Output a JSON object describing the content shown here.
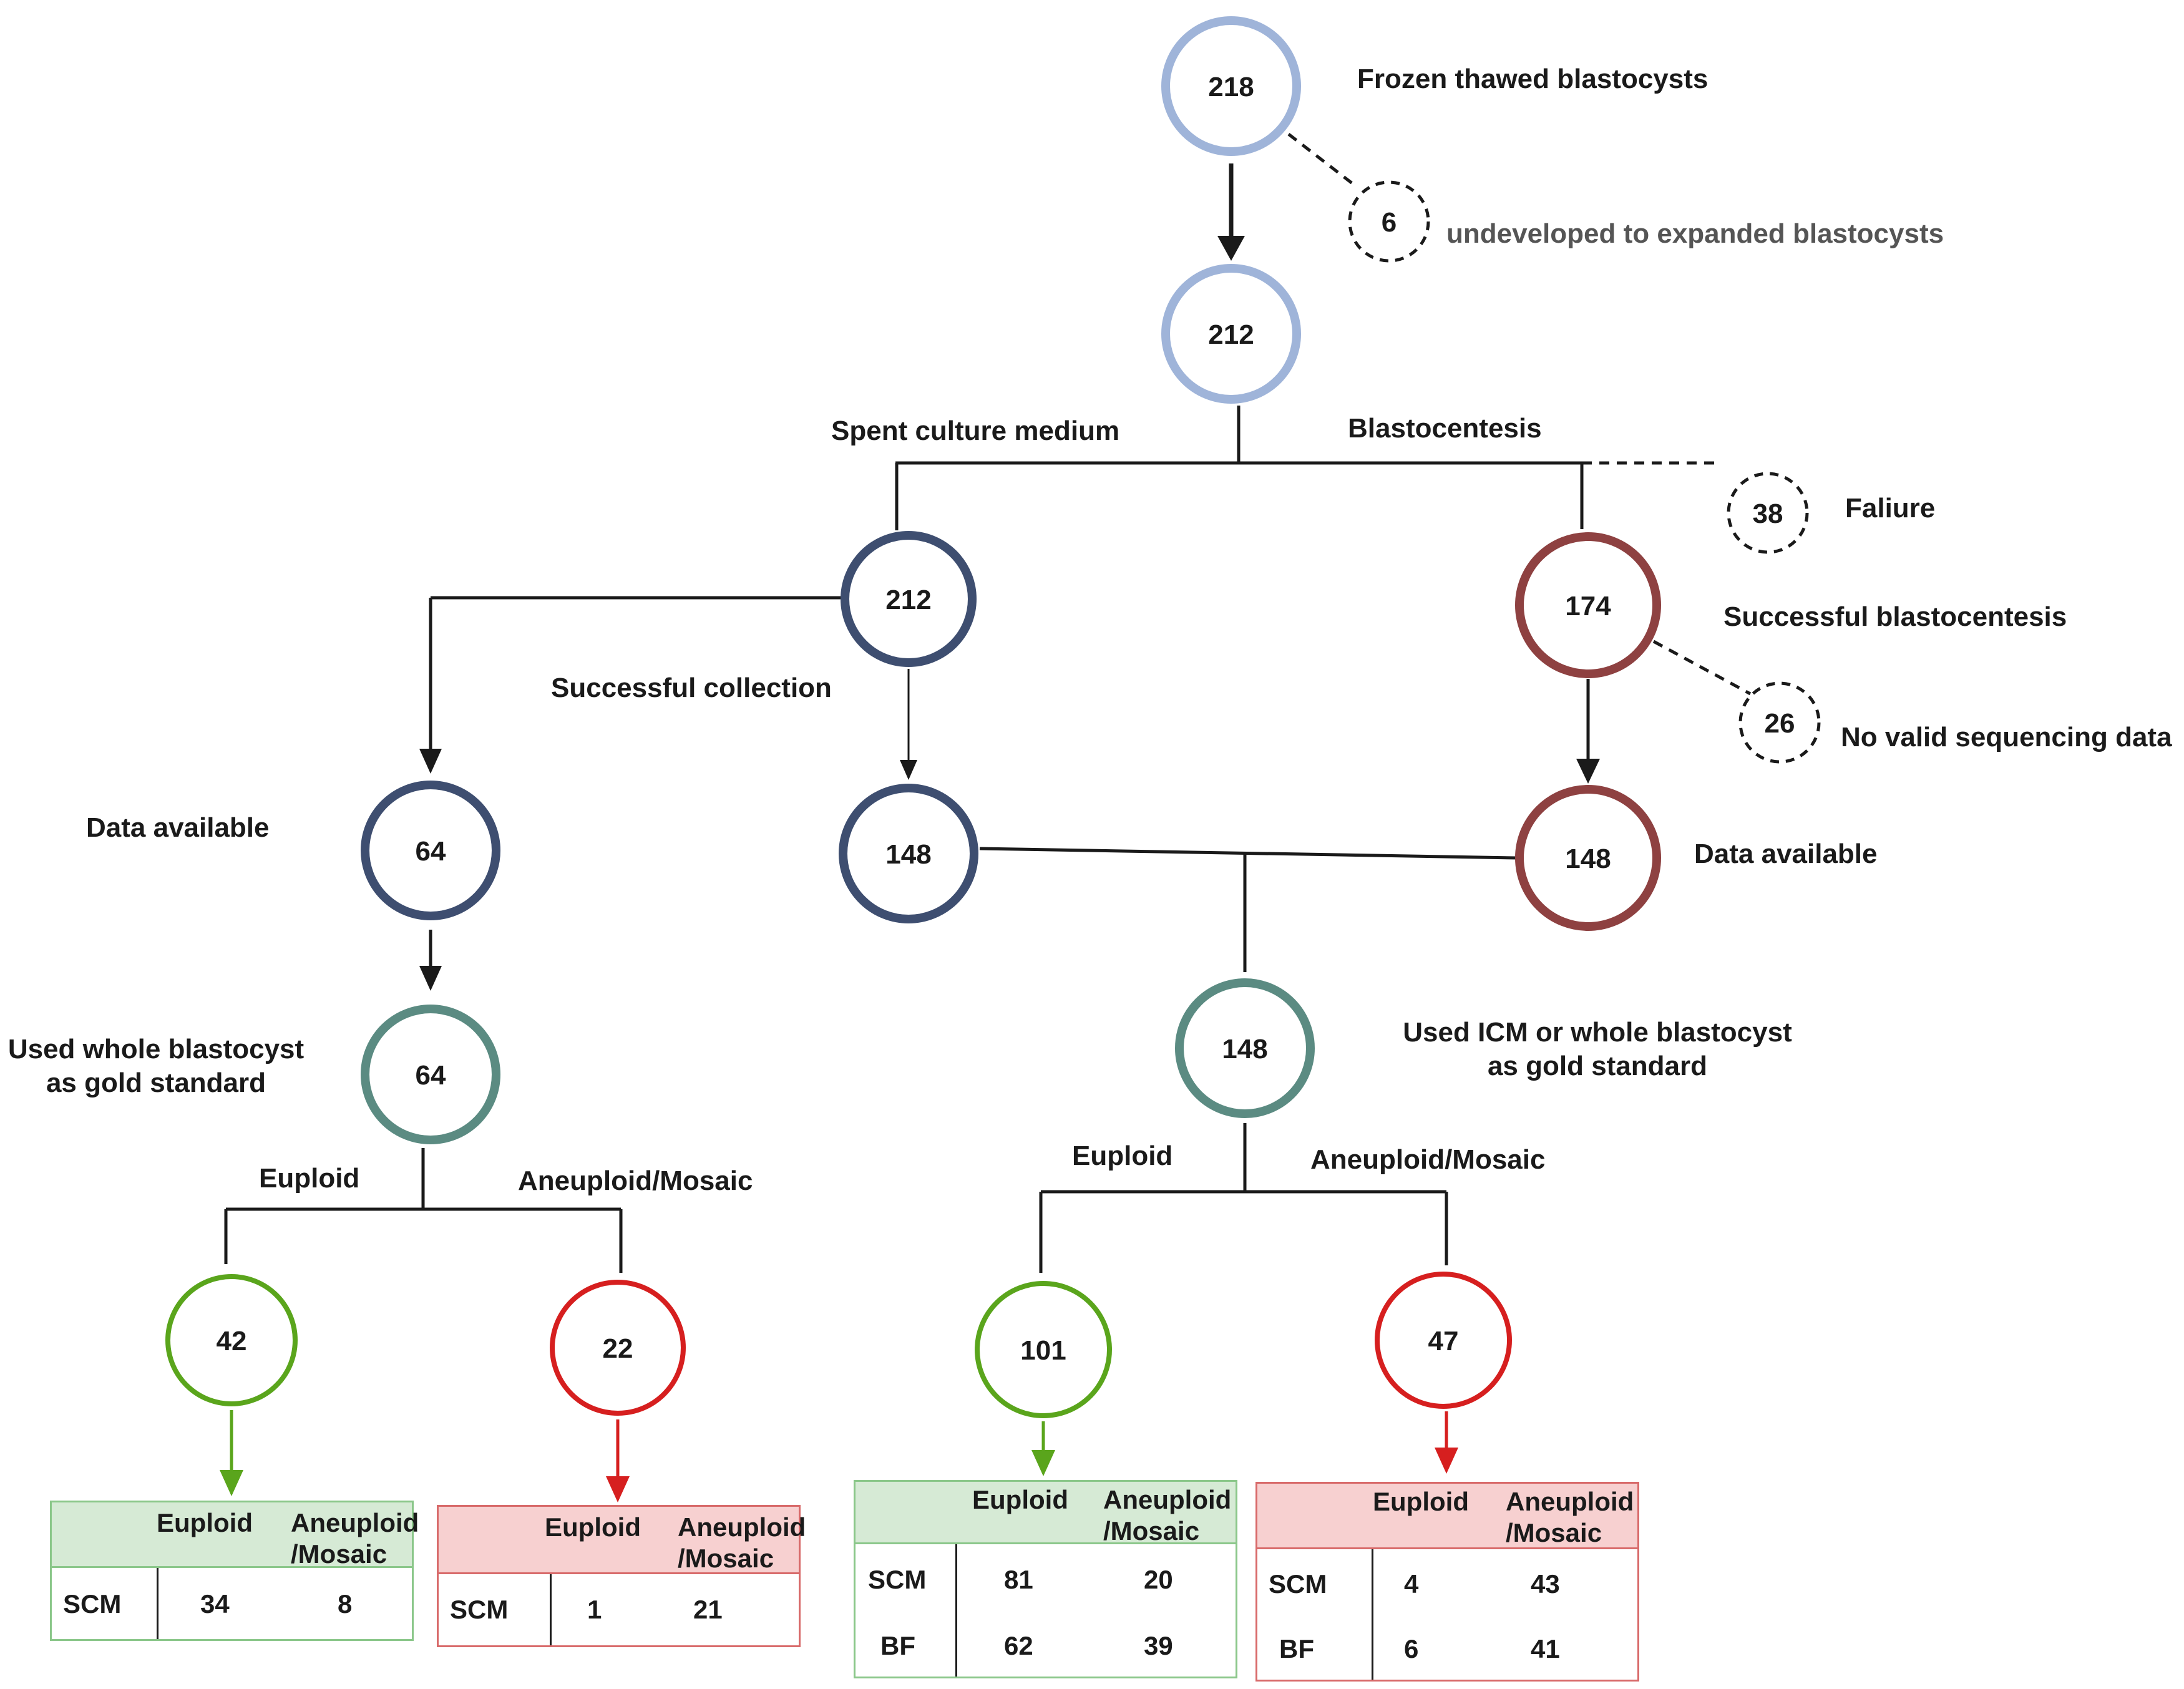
{
  "nodes": {
    "n218": "218",
    "n6": "6",
    "n212": "212",
    "n38": "38",
    "n212_scm": "212",
    "n174": "174",
    "n26": "26",
    "n64_data": "64",
    "n148_scm": "148",
    "n148_bf": "148",
    "n64_gold": "64",
    "n148_gold": "148",
    "n42": "42",
    "n22": "22",
    "n101": "101",
    "n47": "47"
  },
  "labels": {
    "frozen": "Frozen thawed blastocysts",
    "undeveloped": "undeveloped to expanded blastocysts",
    "spent_culture": "Spent culture medium",
    "blastocentesis": "Blastocentesis",
    "failure": "Faliure",
    "successful_blastocentesis": "Successful blastocentesis",
    "successful_collection": "Successful collection",
    "no_valid": "No valid sequencing data",
    "data_available_left": "Data available",
    "data_available_right": "Data available",
    "gold_whole_line1": "Used whole blastocyst",
    "gold_whole_line2": "as gold standard",
    "gold_icm_line1": "Used ICM or whole blastocyst",
    "gold_icm_line2": "as gold standard",
    "euploid_left": "Euploid",
    "aneuploid_left": "Aneuploid/Mosaic",
    "euploid_right": "Euploid",
    "aneuploid_right": "Aneuploid/Mosaic"
  },
  "tables": {
    "t1": {
      "h1": "Euploid",
      "h2a": "Aneuploid",
      "h2b": "/Mosaic",
      "r1": "SCM",
      "r1c1": "34",
      "r1c2": "8"
    },
    "t2": {
      "h1": "Euploid",
      "h2a": "Aneuploid",
      "h2b": "/Mosaic",
      "r1": "SCM",
      "r1c1": "1",
      "r1c2": "21"
    },
    "t3": {
      "h1": "Euploid",
      "h2a": "Aneuploid",
      "h2b": "/Mosaic",
      "r1": "SCM",
      "r1c1": "81",
      "r1c2": "20",
      "r2": "BF",
      "r2c1": "62",
      "r2c2": "39"
    },
    "t4": {
      "h1": "Euploid",
      "h2a": "Aneuploid",
      "h2b": "/Mosaic",
      "r1": "SCM",
      "r1c1": "4",
      "r1c2": "43",
      "r2": "BF",
      "r2c1": "6",
      "r2c2": "41"
    }
  },
  "colors": {
    "light_blue": "#9fb4d9",
    "navy": "#3e4e70",
    "maroon": "#8e4141",
    "teal": "#5b8b82",
    "green": "#5aa51c",
    "red": "#d61f1f",
    "line": "#1a1a1a"
  }
}
